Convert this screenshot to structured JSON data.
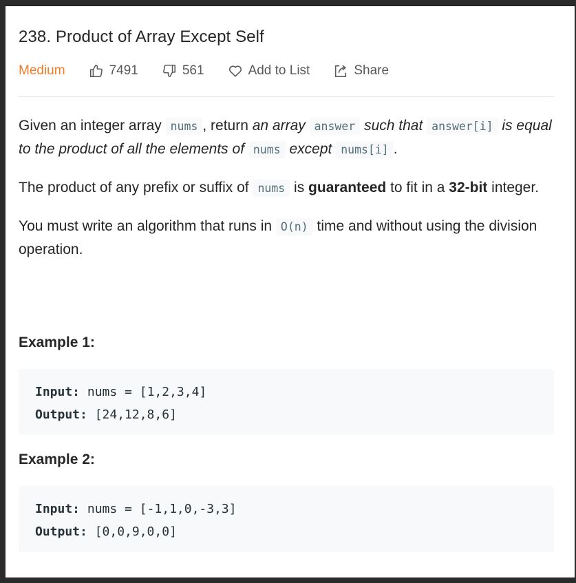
{
  "problem": {
    "title": "238. Product of Array Except Self",
    "difficulty": "Medium",
    "likes": "7491",
    "dislikes": "561",
    "add_to_list": "Add to List",
    "share": "Share"
  },
  "description": {
    "p1": {
      "t1": "Given an integer array ",
      "c1": "nums",
      "t2": ", return ",
      "e1": "an array",
      "t3": " ",
      "c2": "answer",
      "t4": " ",
      "e2": "such that",
      "t5": " ",
      "c3": "answer[i]",
      "t6": " ",
      "e3": "is equal to the product of all the elements of",
      "t7": " ",
      "c4": "nums",
      "t8": " ",
      "e4": "except",
      "t9": " ",
      "c5": "nums[i]",
      "t10": "."
    },
    "p2": {
      "t1": "The product of any prefix or suffix of ",
      "c1": "nums",
      "t2": " is ",
      "b1": "guaranteed",
      "t3": " to fit in a ",
      "b2": "32-bit",
      "t4": " integer."
    },
    "p3": {
      "t1": "You must write an algorithm that runs in ",
      "c1": "O(n)",
      "t2": " time and without using the division operation."
    }
  },
  "examples": [
    {
      "title": "Example 1:",
      "input_label": "Input:",
      "input_value": " nums = [1,2,3,4]",
      "output_label": "Output:",
      "output_value": " [24,12,8,6]"
    },
    {
      "title": "Example 2:",
      "input_label": "Input:",
      "input_value": " nums = [-1,1,0,-3,3]",
      "output_label": "Output:",
      "output_value": " [0,0,9,0,0]"
    }
  ],
  "icons": {
    "like": "thumbs-up-icon",
    "dislike": "thumbs-down-icon",
    "favorite": "heart-icon",
    "share": "share-icon"
  },
  "colors": {
    "difficulty_medium": "#ef7d2b",
    "code_text": "#546e7a",
    "code_bg": "#f7f9fa"
  }
}
